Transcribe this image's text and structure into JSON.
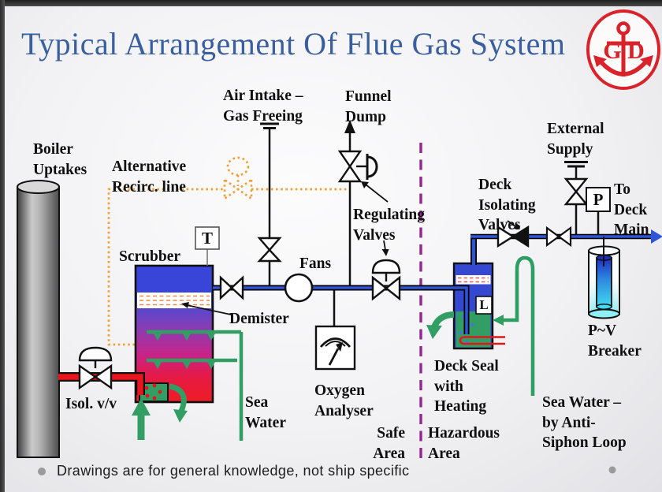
{
  "slide": {
    "title": "Typical Arrangement Of Flue Gas System",
    "footer": "Drawings are for general knowledge, not ship specific"
  },
  "logo": {
    "letters": [
      "G",
      "D"
    ],
    "color": "#d9232a",
    "description": "red anchor in oval emblem"
  },
  "labels": {
    "boiler_uptakes": "Boiler\nUptakes",
    "air_intake": "Air Intake –\nGas Freeing",
    "funnel_dump": "Funnel\nDump",
    "alt_recirc": "Alternative\nRecirc. line",
    "external_supply": "External\nSupply",
    "deck_isolating": "Deck\nIsolating\nValves",
    "to_deck_main": "To\nDeck\nMain",
    "regulating_valves": "Regulating\nValves",
    "scrubber": "Scrubber",
    "fans": "Fans",
    "demister": "Demister",
    "isol_vv": "Isol. v/v",
    "sea_water": "Sea\nWater",
    "oxygen_analyser": "Oxygen\nAnalyser",
    "deck_seal": "Deck Seal\nwith\nHeating",
    "safe_area": "Safe\nArea",
    "hazardous_area": "Hazardous\nArea",
    "sea_water_anti_siphon": "Sea Water –\nby Anti-\nSiphon Loop",
    "pv_breaker": "P~V\nBreaker",
    "sensor_t": "T",
    "sensor_p": "P",
    "sensor_l": "L"
  },
  "symbols": [
    "boiler-uptake-cylinder",
    "isolating-valve-with-actuator",
    "scrubber-tower",
    "demister-band",
    "sea-water-spray-pipes",
    "water-seal",
    "gas-fan",
    "air-intake-stack",
    "funnel-dump-valve",
    "regulating-valve-with-diaphragm",
    "oxygen-analyser-gauge",
    "safe-hazardous-boundary",
    "deck-water-seal",
    "heating-coil",
    "anti-siphon-loop",
    "deck-isolating-valves",
    "external-supply-stack",
    "pressure-sensor",
    "pv-breaker-column",
    "alternative-recirc-dotted-line"
  ],
  "colors": {
    "title_blue": "#3a5f9e",
    "pipe_blue": "#2f55d4",
    "pipe_red": "#e8151c",
    "sea_green": "#339e63",
    "recirc_orange": "#f0a038",
    "boundary_purple": "#92278f",
    "logo_red": "#d9232a",
    "scrubber_top": "#3945d8",
    "scrubber_bottom": "#ee1c25"
  }
}
